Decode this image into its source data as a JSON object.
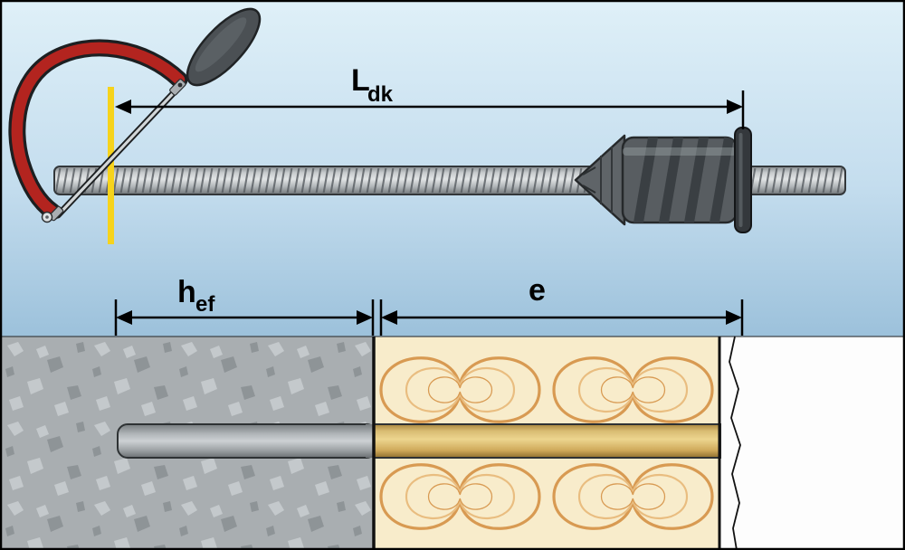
{
  "dimensions": {
    "ldk": {
      "main": "L",
      "sub": "dk"
    },
    "hef": {
      "main": "h",
      "sub": "ef"
    },
    "e": {
      "main": "e"
    }
  },
  "colors": {
    "sky_top": "#dff0f8",
    "sky_bottom": "#9cc1db",
    "concrete": "#a9aeb1",
    "speckle_light": "#c9ced1",
    "speckle_dark": "#8a8f93",
    "insulation": "#f8eccb",
    "insulation_swirl": "#d89a52",
    "insulation_swirl_light": "#e9bd80",
    "cut_line": "#f6d31c",
    "saw_frame": "#b3241f",
    "saw_handle": "#4b5054",
    "anchor_body": "#585d61",
    "washer": "#34383c",
    "rod_gold_mid": "#ecd58f",
    "dimension_color": "#000000",
    "outline": "#2e3234"
  }
}
